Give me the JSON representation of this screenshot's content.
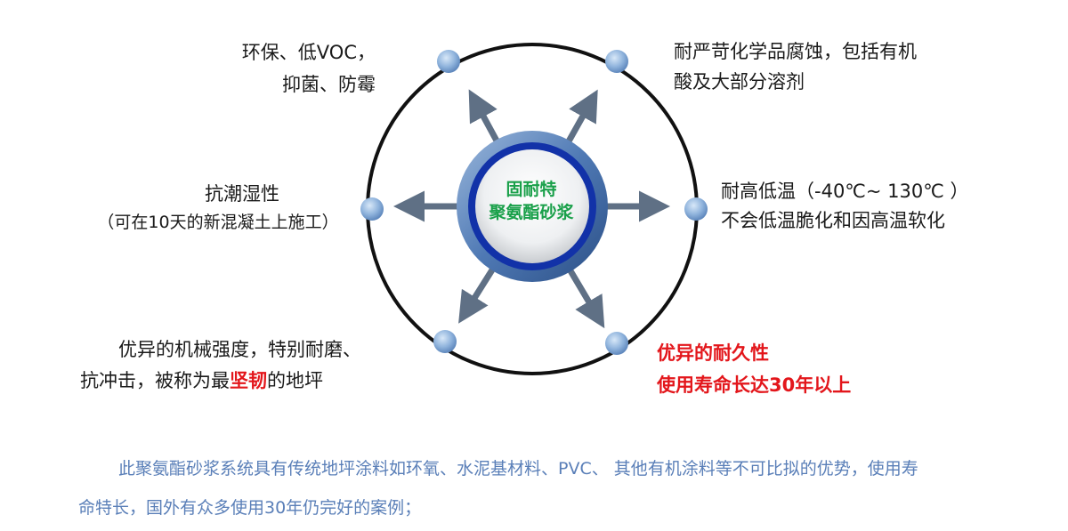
{
  "center": {
    "line1": "固耐特",
    "line2": "聚氨酯砂浆"
  },
  "features": {
    "top_left": {
      "line1": "环保、低VOC，",
      "line2": "抑菌、防霉"
    },
    "top_right": {
      "line1": "耐严苛化学品腐蚀，包括有机",
      "line2": "酸及大部分溶剂"
    },
    "mid_left": {
      "line1": "抗潮湿性",
      "line2": "（可在10天的新混凝土上施工）"
    },
    "mid_right": {
      "line1": "耐高低温（-40℃~ 130℃ ）",
      "line2": "不会低温脆化和因高温软化"
    },
    "bottom_left": {
      "line1": "优异的机械强度，特别耐磨、",
      "line2_a": "抗冲击，被称为最",
      "line2_highlight": "坚韧",
      "line2_b": "的地坪"
    },
    "bottom_right": {
      "line1": "优异的耐久性",
      "line2": "使用寿命长达30年以上"
    }
  },
  "paragraph": {
    "line1": "此聚氨酯砂浆系统具有传统地坪涂料如环氧、水泥基材料、PVC、 其他有机涂料等不可比拟的优势，使用寿",
    "line2": "命特长，国外有众多使用30年仍完好的案例；"
  },
  "colors": {
    "highlight": "#e3161b",
    "center_text": "#1aa04a",
    "paragraph": "#5a7fb8"
  }
}
